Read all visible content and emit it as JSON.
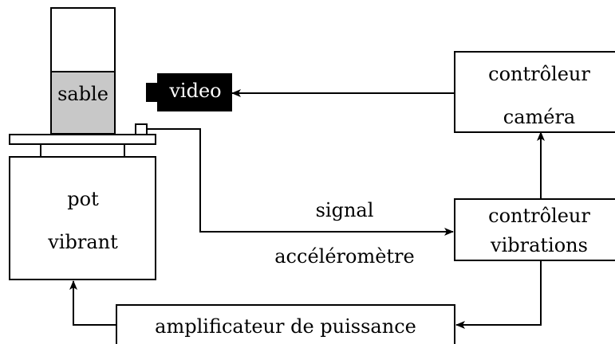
{
  "labels": {
    "sand": "sable",
    "video": "video",
    "camera_controller_line1": "contrôleur",
    "camera_controller_line2": "caméra",
    "shaker_line1": "pot",
    "shaker_line2": "vibrant",
    "signal_line1": "signal",
    "signal_line2": "accéléromètre",
    "vibration_controller_line1": "contrôleur",
    "vibration_controller_line2": "vibrations",
    "amplifier": "amplificateur de puissance"
  },
  "colors": {
    "stroke": "#000000",
    "sand_fill": "#c8c8c8",
    "camera_fill": "#000000",
    "background": "#ffffff"
  }
}
